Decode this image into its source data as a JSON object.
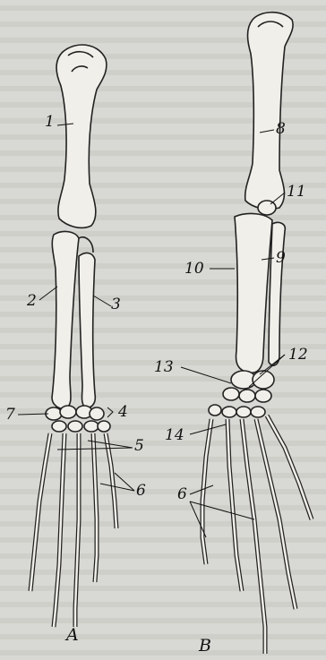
{
  "figure": {
    "panels": [
      {
        "id": "A",
        "label": "A"
      },
      {
        "id": "B",
        "label": "B"
      }
    ],
    "labels_A": [
      "1",
      "2",
      "3",
      "4",
      "5",
      "6",
      "7"
    ],
    "labels_B": [
      "8",
      "9",
      "10",
      "11",
      "12",
      "13",
      "14",
      "6"
    ]
  }
}
